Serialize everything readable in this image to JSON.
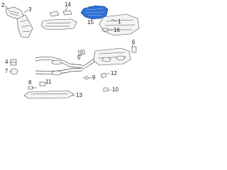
{
  "callouts": {
    "c1": "1",
    "c2": "2",
    "c3": "3",
    "c4": "4",
    "c5": "5",
    "c6": "6",
    "c7": "7",
    "c8": "8",
    "c9": "9",
    "c10": "10",
    "c11": "11",
    "c12": "12",
    "c13": "13",
    "c14": "14",
    "c15": "15",
    "c16": "16"
  },
  "colors": {
    "highlight": "#2f6fd6",
    "linework": "#4a4a4a"
  }
}
